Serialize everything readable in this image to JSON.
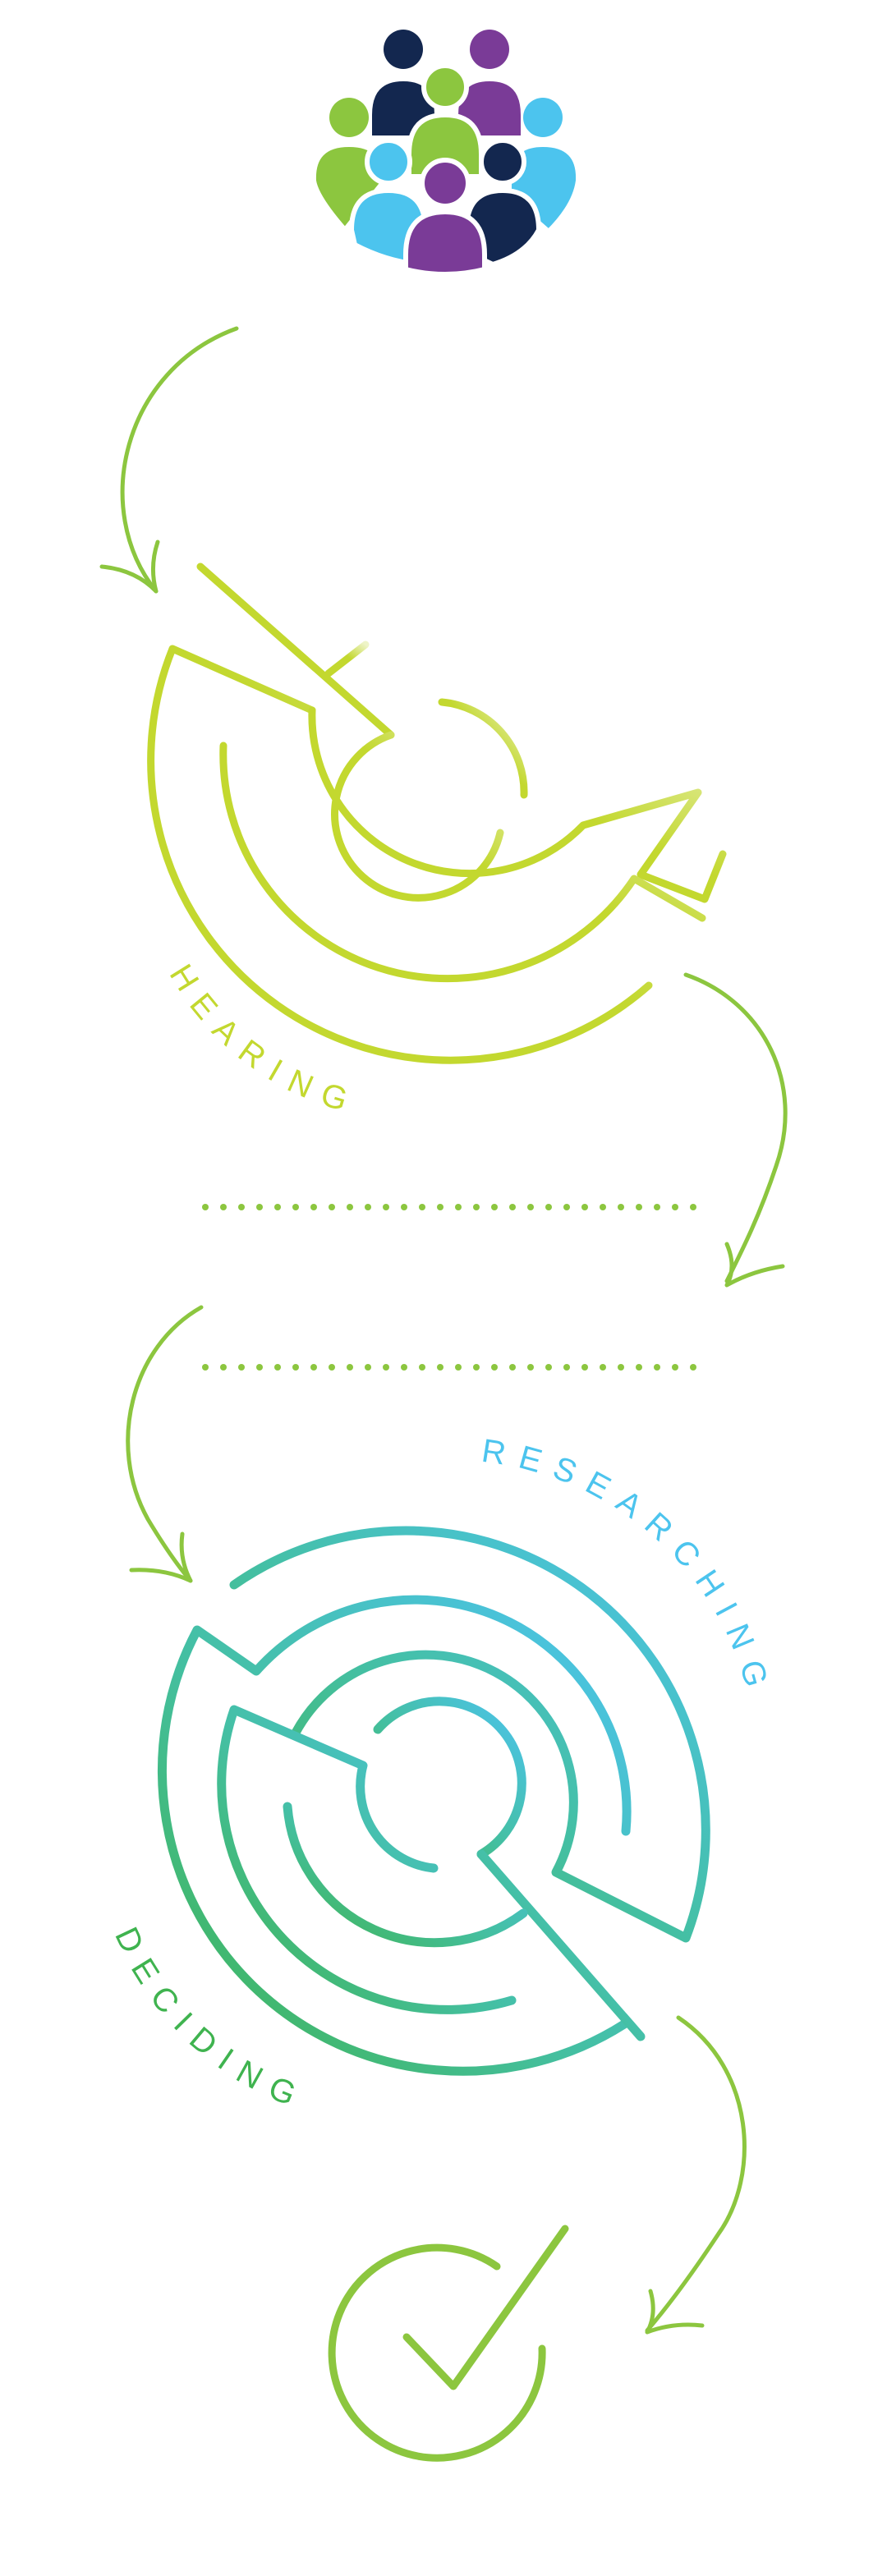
{
  "diagram": {
    "stages": [
      {
        "label": "HEARING",
        "color": "#c3d82f"
      },
      {
        "label": "RESEARCHING",
        "color": "#4cc4ee"
      },
      {
        "label": "DECIDING",
        "color": "#3fb34f"
      }
    ],
    "colors": {
      "arrow": "#8cc63f",
      "dots": "#8cc63f",
      "checkmark": "#8cc63f",
      "people": [
        "#13274f",
        "#7a3b97",
        "#8cc63f",
        "#4cc4ee"
      ]
    },
    "icons": [
      "people-group-icon",
      "curved-arrow-icon",
      "maze-icon",
      "checkmark-circle-icon"
    ]
  }
}
